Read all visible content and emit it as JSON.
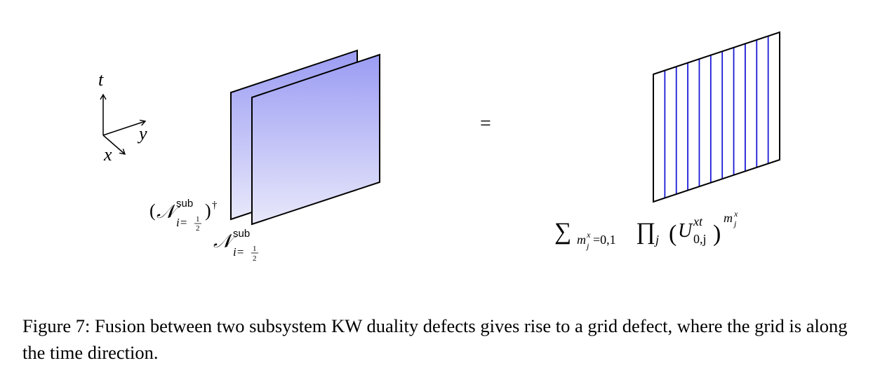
{
  "axes": {
    "t_label": "t",
    "y_label": "y",
    "x_label": "x"
  },
  "left_defect": {
    "back_plane_label": {
      "open_paren": "(",
      "symbol": "𝒩",
      "superscript": "sub",
      "subscript": "i=",
      "frac_num": "1",
      "frac_den": "2",
      "close_paren": ")",
      "dagger": "†"
    },
    "front_plane_label": {
      "symbol": "𝒩",
      "superscript": "sub",
      "subscript": "i=",
      "frac_num": "1",
      "frac_den": "2"
    },
    "colors": {
      "plane_top": "#9b9cf3",
      "plane_bottom": "#e8e8fb",
      "outline": "#000000"
    }
  },
  "equals_sign": "=",
  "grid_defect": {
    "line_color": "#1a1ad6",
    "outline": "#000000",
    "line_count": 10,
    "formula": {
      "sum": "∑",
      "sum_sub": "m",
      "sum_sub_sub": "j",
      "sum_sub_sup": "x",
      "sum_sub_tail": "=0,1",
      "prod": "∏",
      "prod_sub": "j",
      "open_paren": "(",
      "U": "U",
      "U_sup": "xt",
      "U_sub": "0,j",
      "close_paren": ")",
      "exp_m": "m",
      "exp_sub": "j",
      "exp_sup": "x"
    }
  },
  "caption": {
    "text": "Figure 7: Fusion between two subsystem KW duality defects gives rise to a grid defect, where the grid is along the time direction."
  }
}
